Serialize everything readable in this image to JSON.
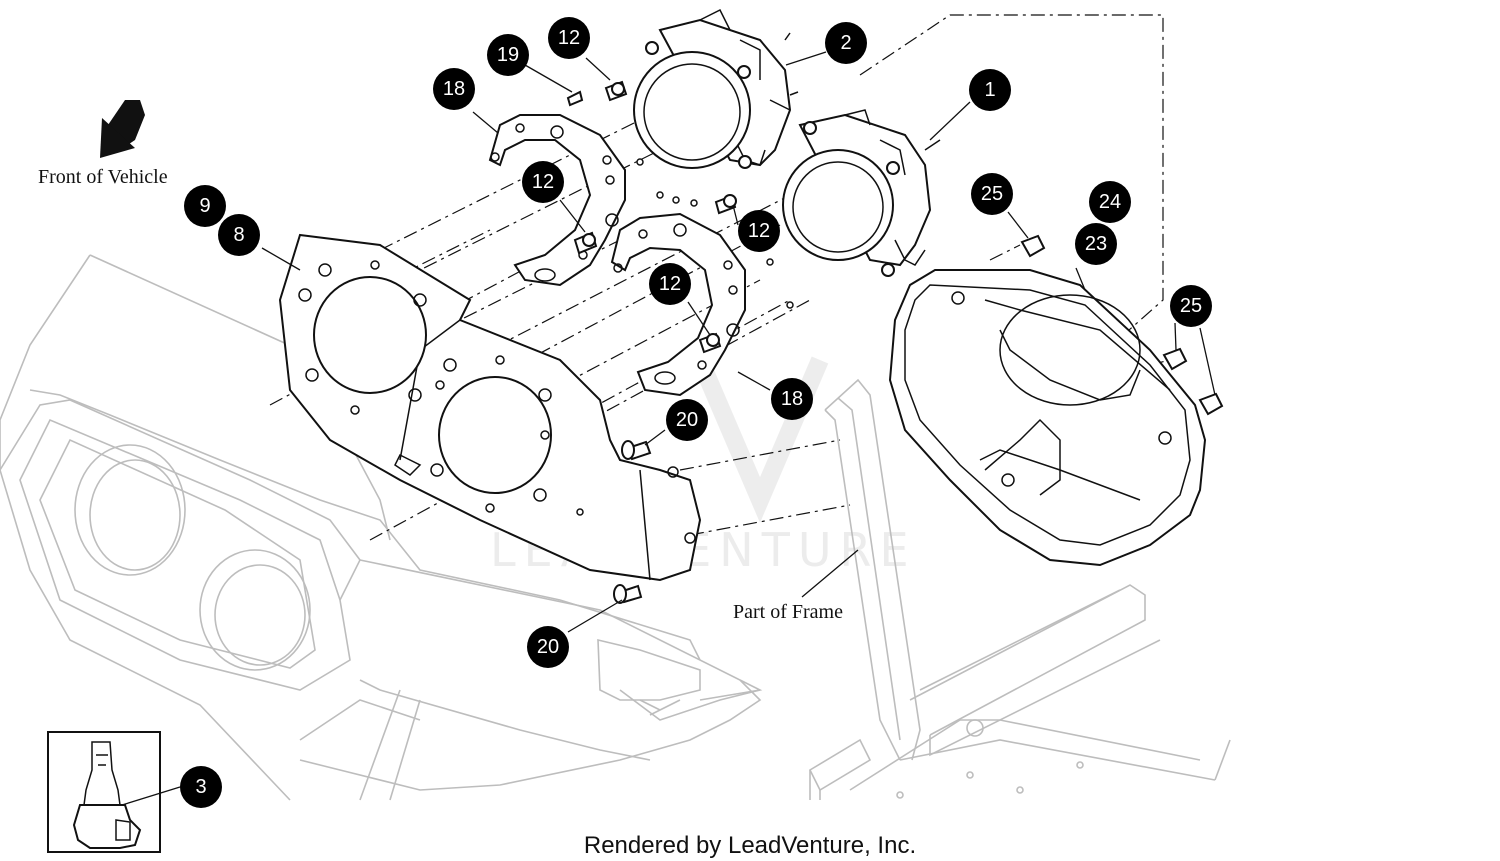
{
  "labels": {
    "front_of_vehicle": "Front of Vehicle",
    "part_of_frame": "Part of Frame",
    "footer": "Rendered by LeadVenture, Inc.",
    "watermark": "LEADVENTURE"
  },
  "callouts": [
    "1",
    "2",
    "3",
    "8",
    "9",
    "12",
    "12",
    "12",
    "12",
    "18",
    "18",
    "19",
    "20",
    "20",
    "23",
    "24",
    "25",
    "25"
  ],
  "colors": {
    "callout_fill": "#000000",
    "line": "#111111",
    "ghost_line": "#bdbdbd",
    "watermark": "#ececec"
  }
}
